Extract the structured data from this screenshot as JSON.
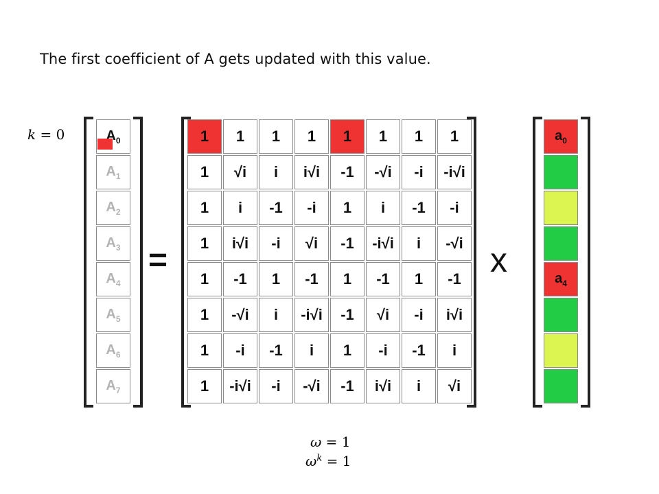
{
  "caption": "The first coefficient of A gets updated with this value.",
  "k_label": {
    "var": "k",
    "eq": "= 0"
  },
  "omega_eq": {
    "var": "ω",
    "eq": "= 1"
  },
  "omega_k_eq": {
    "var": "ω",
    "exp": "k",
    "eq": "= 1"
  },
  "equals_sign": "=",
  "times_sign": "x",
  "A_vector": [
    {
      "letter": "A",
      "sub": "0",
      "active": true
    },
    {
      "letter": "A",
      "sub": "1",
      "active": false
    },
    {
      "letter": "A",
      "sub": "2",
      "active": false
    },
    {
      "letter": "A",
      "sub": "3",
      "active": false
    },
    {
      "letter": "A",
      "sub": "4",
      "active": false
    },
    {
      "letter": "A",
      "sub": "5",
      "active": false
    },
    {
      "letter": "A",
      "sub": "6",
      "active": false
    },
    {
      "letter": "A",
      "sub": "7",
      "active": false
    }
  ],
  "matrix": [
    [
      "1",
      "1",
      "1",
      "1",
      "1",
      "1",
      "1",
      "1"
    ],
    [
      "1",
      "√i",
      "i",
      "i√i",
      "-1",
      "-√i",
      "-i",
      "-i√i"
    ],
    [
      "1",
      "i",
      "-1",
      "-i",
      "1",
      "i",
      "-1",
      "-i"
    ],
    [
      "1",
      "i√i",
      "-i",
      "√i",
      "-1",
      "-i√i",
      "i",
      "-√i"
    ],
    [
      "1",
      "-1",
      "1",
      "-1",
      "1",
      "-1",
      "1",
      "-1"
    ],
    [
      "1",
      "-√i",
      "i",
      "-i√i",
      "-1",
      "√i",
      "-i",
      "i√i"
    ],
    [
      "1",
      "-i",
      "-1",
      "i",
      "1",
      "-i",
      "-1",
      "i"
    ],
    [
      "1",
      "-i√i",
      "-i",
      "-√i",
      "-1",
      "i√i",
      "i",
      "√i"
    ]
  ],
  "highlighted_cells": [
    [
      0,
      0
    ],
    [
      0,
      4
    ]
  ],
  "a_vector": [
    {
      "color": "red",
      "letter": "a",
      "sub": "0"
    },
    {
      "color": "green",
      "letter": "",
      "sub": ""
    },
    {
      "color": "yellow",
      "letter": "",
      "sub": ""
    },
    {
      "color": "green",
      "letter": "",
      "sub": ""
    },
    {
      "color": "red",
      "letter": "a",
      "sub": "4"
    },
    {
      "color": "green",
      "letter": "",
      "sub": ""
    },
    {
      "color": "yellow",
      "letter": "",
      "sub": ""
    },
    {
      "color": "green",
      "letter": "",
      "sub": ""
    }
  ]
}
